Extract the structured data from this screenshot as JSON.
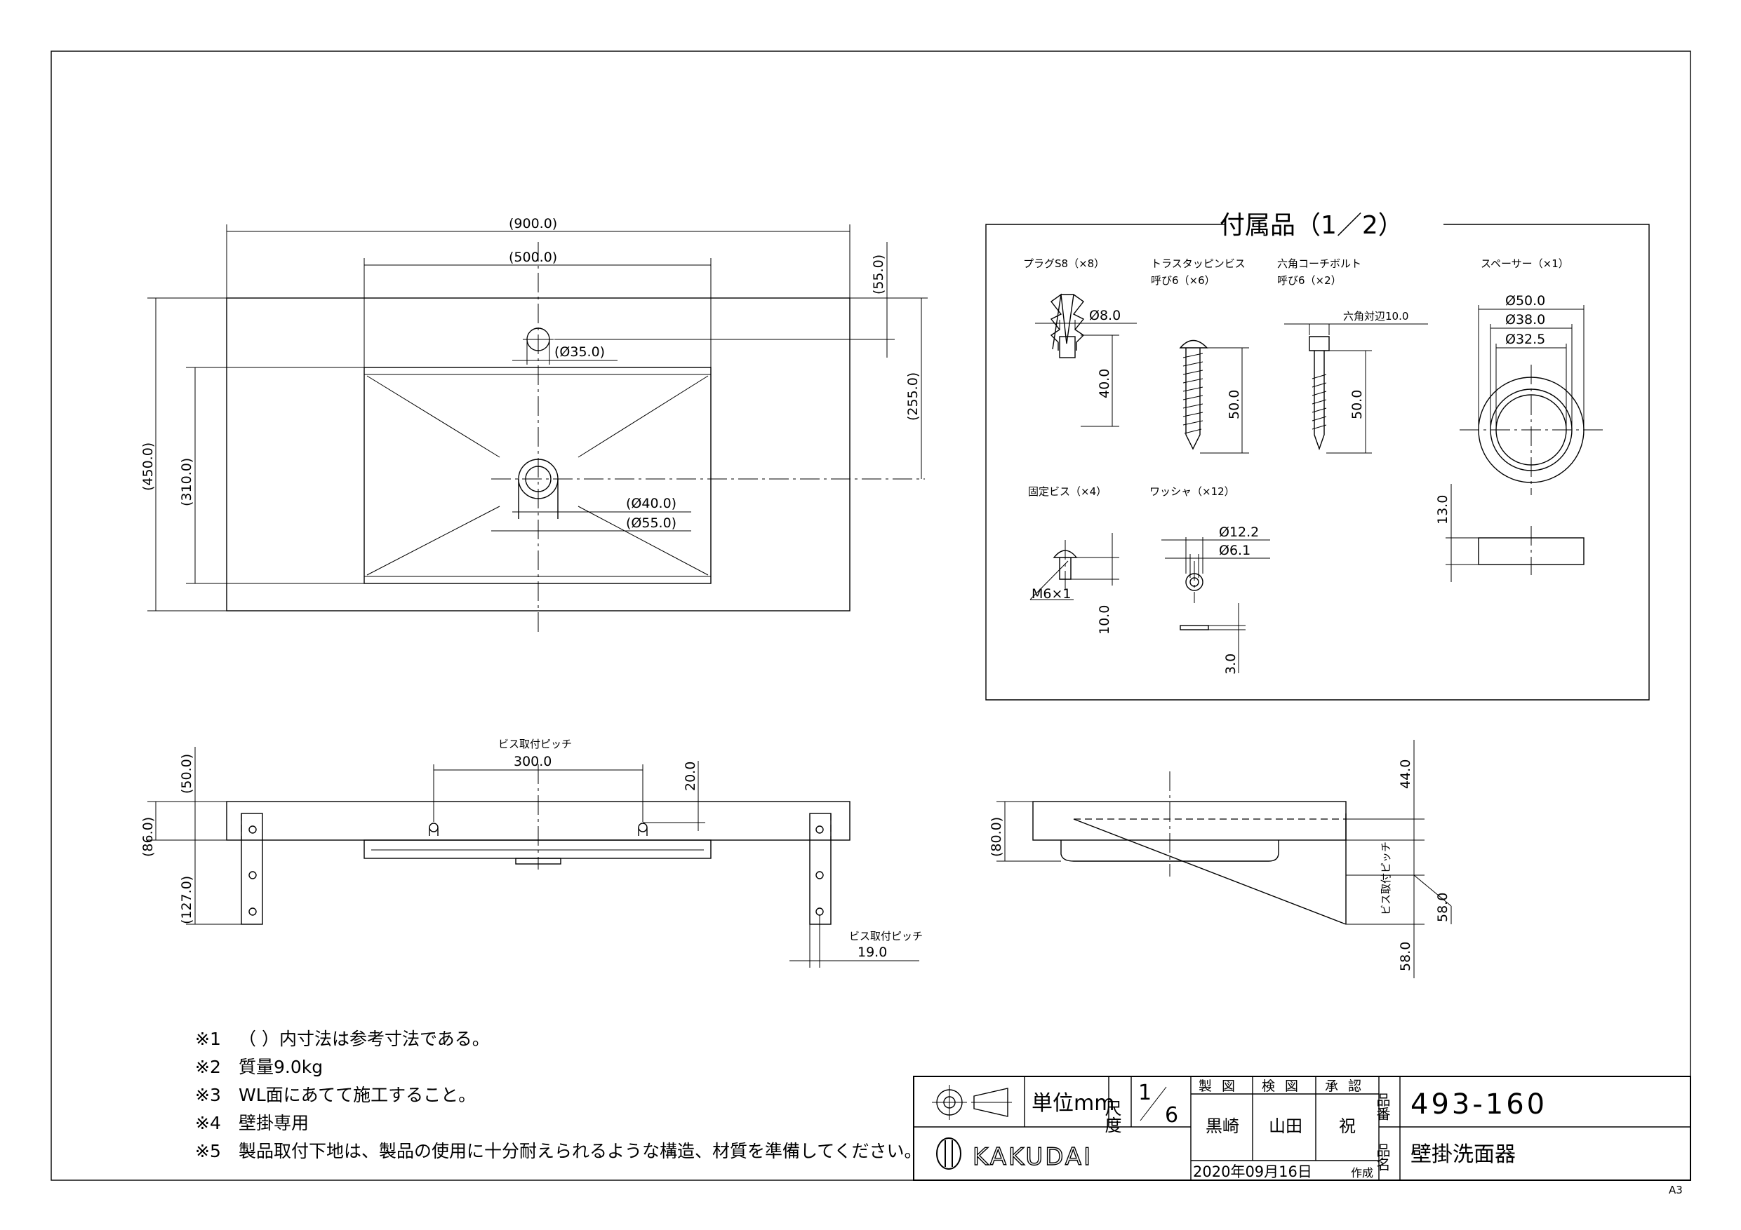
{
  "title_block": {
    "unit_label": "単位mm",
    "scale_label": "尺度",
    "scale_num": "1",
    "scale_den": "6",
    "col_drawn": "製図",
    "col_checked": "検図",
    "col_approved": "承認",
    "drawn_by": "黒崎",
    "checked_by": "山田",
    "approved_by": "祝",
    "number_label": "品番",
    "part_number": "493-160",
    "name_label": "品名",
    "product_name": "壁掛洗面器",
    "date": "2020年09月16日",
    "date_suffix": "作成",
    "brand": "KAKUDAI",
    "sheet_size": "A3"
  },
  "notes": [
    {
      "mark": "※1",
      "text": "（ ）内寸法は参考寸法である。"
    },
    {
      "mark": "※2",
      "text": "質量9.0kg"
    },
    {
      "mark": "※3",
      "text": "WL面にあてて施工すること。"
    },
    {
      "mark": "※4",
      "text": "壁掛専用"
    },
    {
      "mark": "※5",
      "text": "製品取付下地は、製品の使用に十分耐えられるような構造、材質を準備してください。"
    }
  ],
  "plan_view": {
    "dim_overall_width": "(900.0)",
    "dim_bowl_width": "(500.0)",
    "dim_faucet_offset": "(55.0)",
    "dim_drain_offset": "(255.0)",
    "dim_overall_depth": "(450.0)",
    "dim_bowl_depth": "(310.0)",
    "dim_faucet_hole": "(Ø35.0)",
    "dim_drain_inner": "(Ø40.0)",
    "dim_drain_outer": "(Ø55.0)"
  },
  "front_view": {
    "pitch_label": "ビス取付ピッチ",
    "dim_pitch": "300.0",
    "dim_top": "20.0",
    "dim_height_a": "(50.0)",
    "dim_height_b": "(86.0)",
    "dim_height_c": "(127.0)",
    "pitch_label_b": "ビス取付ピッチ",
    "dim_pitch_b": "19.0"
  },
  "side_view": {
    "dim_height": "(80.0)",
    "dim_top": "44.0",
    "pitch_label": "ビス取付ピッチ",
    "dim_pitch": "58.0",
    "dim_bottom": "58.0"
  },
  "accessories": {
    "title": "付属品（1／2）",
    "plug_label": "プラグS8（×8）",
    "plug_dia": "Ø8.0",
    "plug_len": "40.0",
    "truss_label_1": "トラスタッピンビス",
    "truss_label_2": "呼び6（×6）",
    "truss_len": "50.0",
    "coach_label_1": "六角コーチボルト",
    "coach_label_2": "呼び6（×2）",
    "coach_hex": "六角対辺10.0",
    "coach_len": "50.0",
    "spacer_label": "スペーサー（×1）",
    "spacer_d1": "Ø50.0",
    "spacer_d2": "Ø38.0",
    "spacer_d3": "Ø32.5",
    "spacer_h": "13.0",
    "fix_label": "固定ビス（×4）",
    "fix_thread": "M6×1",
    "fix_len": "10.0",
    "washer_label": "ワッシャ（×12）",
    "washer_d1": "Ø12.2",
    "washer_d2": "Ø6.1",
    "washer_t": "3.0"
  }
}
